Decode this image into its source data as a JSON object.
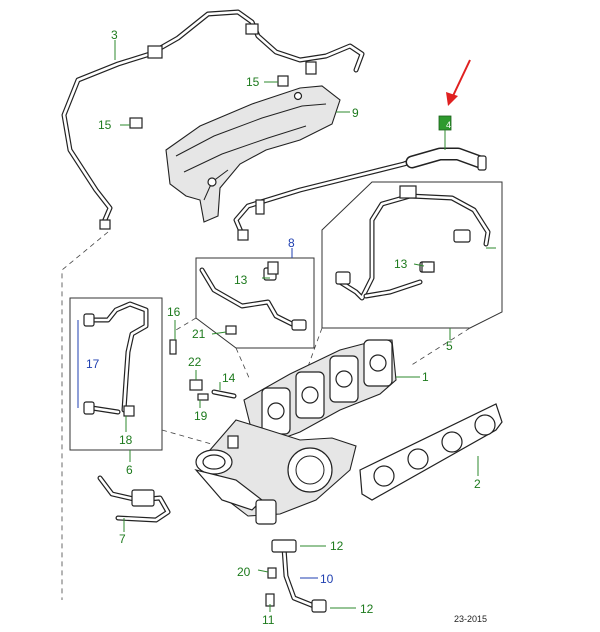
{
  "callouts": {
    "c1": "1",
    "c2": "2",
    "c3": "3",
    "c4": "4",
    "c5": "5",
    "c6": "6",
    "c7": "7",
    "c8": "8",
    "c9": "9",
    "c10": "10",
    "c11": "11",
    "c12a": "12",
    "c12b": "12",
    "c13a": "13",
    "c13b": "13",
    "c14": "14",
    "c15a": "15",
    "c15b": "15",
    "c16": "16",
    "c17": "17",
    "c18": "18",
    "c19": "19",
    "c20": "20",
    "c21": "21",
    "c22": "22"
  },
  "reference": {
    "date_code": "23-2015"
  },
  "colors": {
    "callout_primary": "#1d7a1d",
    "callout_assembly": "#1f3fb0",
    "highlight_box": "#2e9a2e",
    "pointer_arrow": "#e02020"
  }
}
